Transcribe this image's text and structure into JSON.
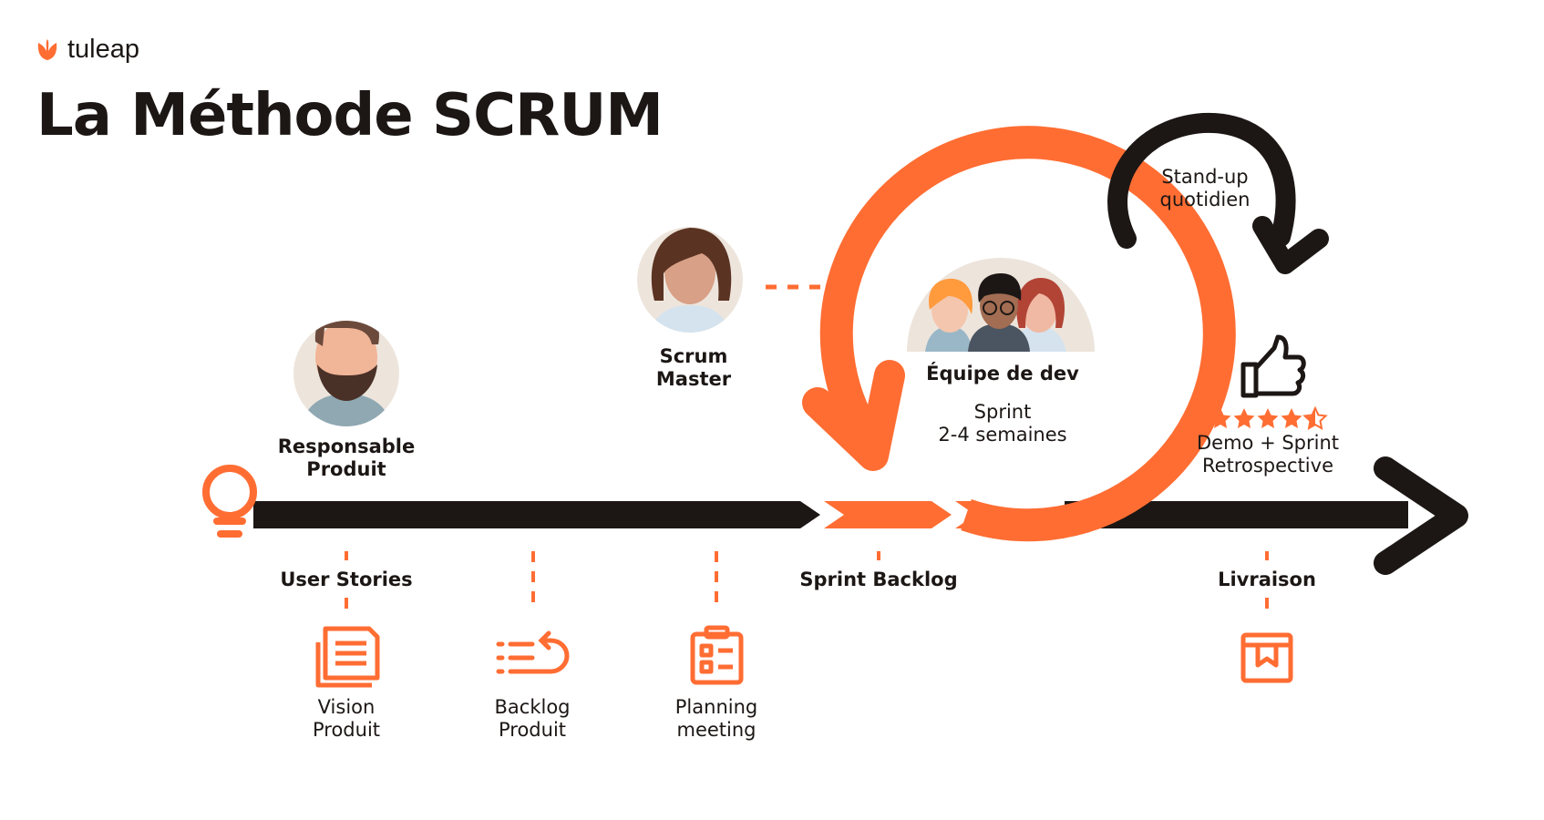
{
  "header": {
    "brand": "tuleap",
    "title": "La Méthode SCRUM"
  },
  "colors": {
    "accent": "#ff6d33",
    "dark": "#1c1715",
    "avatar_bg": "#ede5dc"
  },
  "roles": {
    "product_owner": [
      "Responsable",
      "Produit"
    ],
    "scrum_master": [
      "Scrum",
      "Master"
    ],
    "dev_team": "Équipe de dev"
  },
  "sprint": {
    "line1": "Sprint",
    "line2": "2-4 semaines"
  },
  "standup": {
    "line1": "Stand-up",
    "line2": "quotidien"
  },
  "demo": {
    "line1": "Demo + Sprint",
    "line2": "Retrospective",
    "stars": 4.5
  },
  "milestones": {
    "user_stories": "User Stories",
    "sprint_backlog": "Sprint Backlog",
    "livraison": "Livraison"
  },
  "artifacts": {
    "vision": [
      "Vision",
      "Produit"
    ],
    "backlog": [
      "Backlog",
      "Produit"
    ],
    "planning": [
      "Planning",
      "meeting"
    ]
  }
}
